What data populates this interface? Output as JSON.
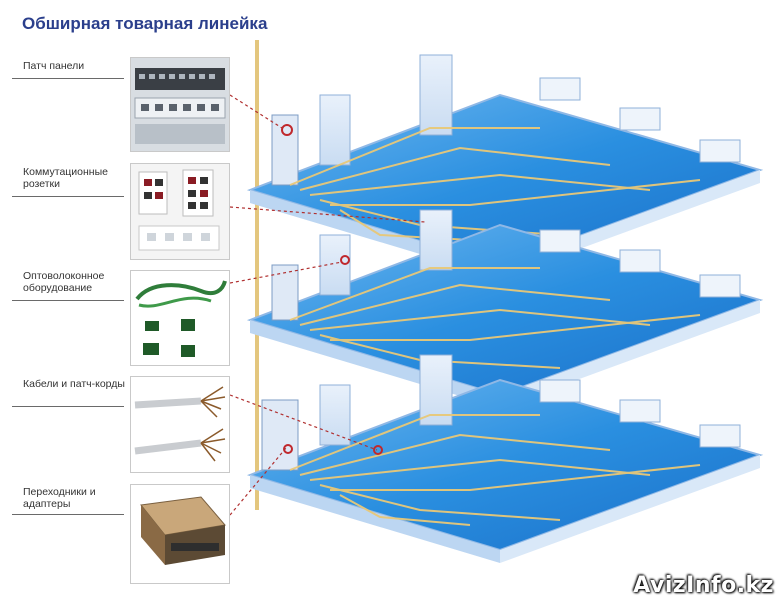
{
  "title": "Обширная товарная линейка",
  "categories": [
    {
      "id": "patch-panels",
      "label": "Патч панели",
      "icon": "patch-panel-icon"
    },
    {
      "id": "wall-sockets",
      "label": "Коммутационные розетки",
      "icon": "wall-socket-icon"
    },
    {
      "id": "fiber-equipment",
      "label": "Оптоволоконное оборудование",
      "icon": "fiber-equipment-icon"
    },
    {
      "id": "cables",
      "label": "Кабели и патч-корды",
      "icon": "cable-icon"
    },
    {
      "id": "adapters",
      "label": "Переходники и адаптеры",
      "icon": "adapter-icon"
    }
  ],
  "colors": {
    "title": "#2b3f8c",
    "floor_top": "#2a8fe0",
    "floor_edge": "#8fb8e6",
    "cable": "#e8c878",
    "riser": "#e0c070",
    "marker": "#c0282c"
  },
  "watermark": "AvizInfo.kz"
}
